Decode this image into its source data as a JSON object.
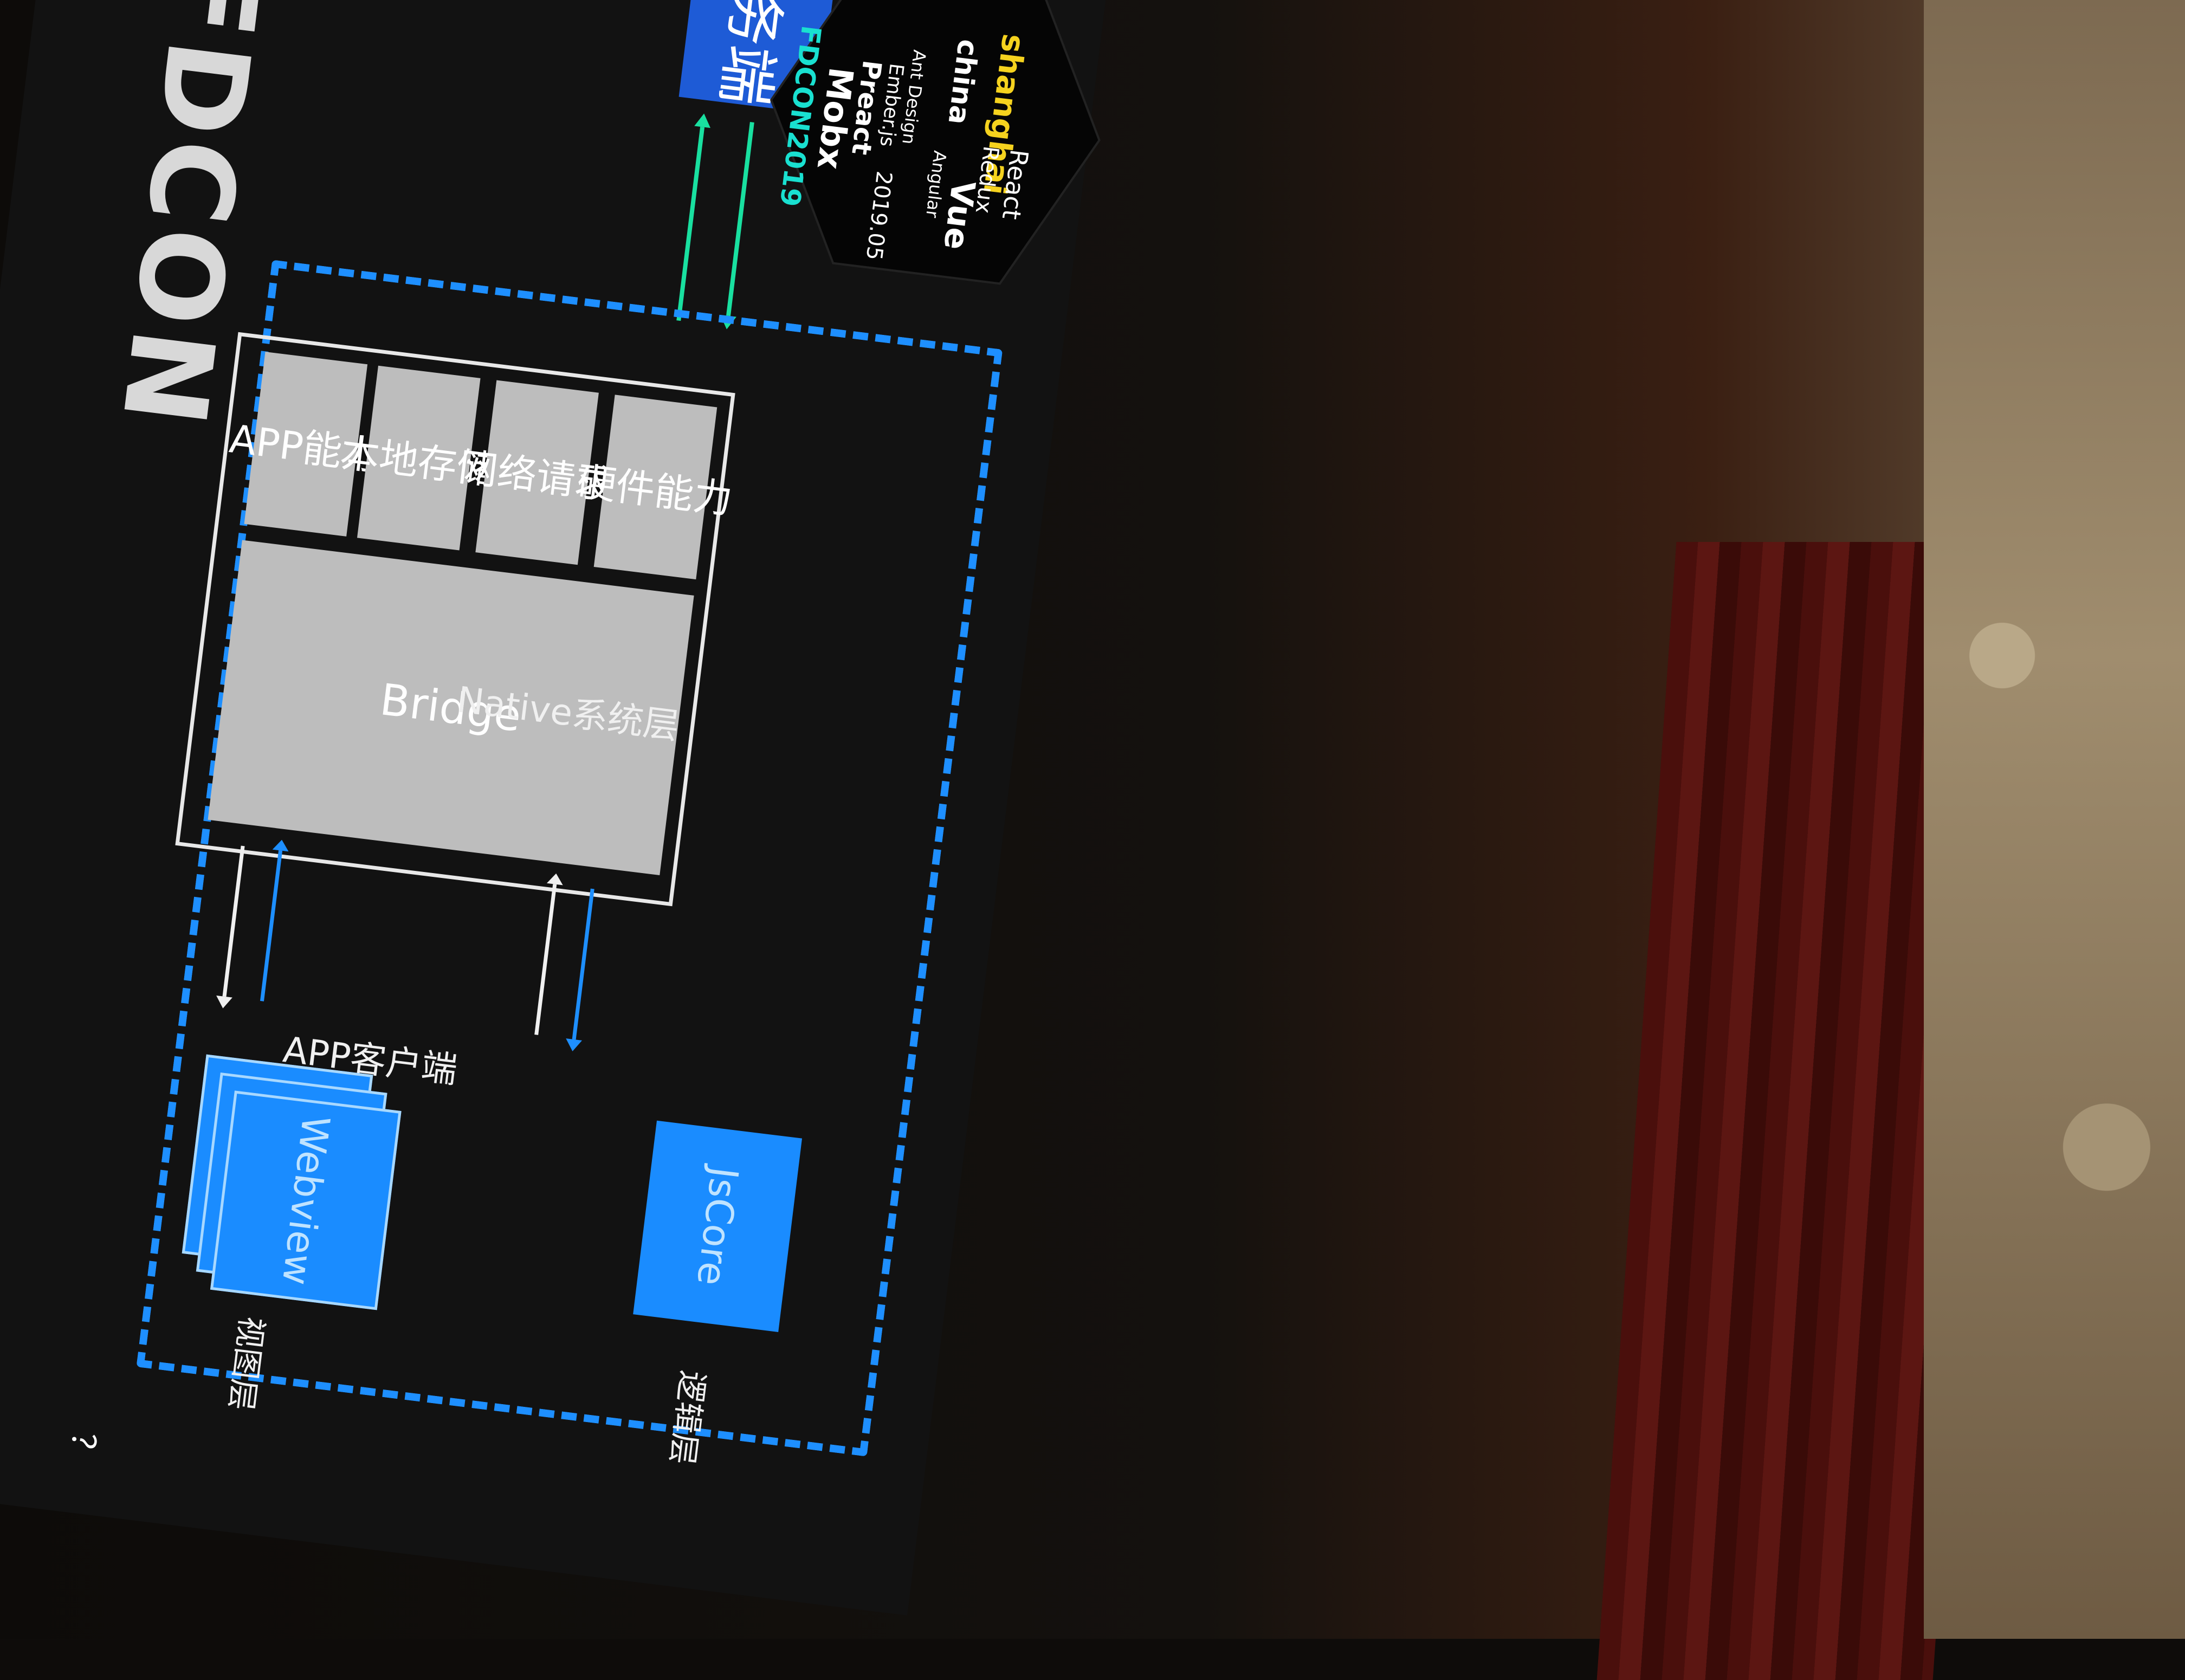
{
  "brand": {
    "name": "FDCON"
  },
  "service_box": {
    "label": "服务端"
  },
  "native_layer": {
    "capabilities": [
      "APP能力",
      "本地存储",
      "网络请求",
      "硬件能力"
    ],
    "bridge": "Bridge",
    "label": "Native系统层"
  },
  "app_client": {
    "label": "APP客户端"
  },
  "view_layer": {
    "component": "Webview",
    "label": "视图层"
  },
  "logic_layer": {
    "component": "JsCore",
    "label": "逻辑层"
  },
  "cube_badge": {
    "words": [
      "shanghai",
      "china",
      "React",
      "Redux",
      "Vue",
      "Angular",
      "Ant Design",
      "Ember.js",
      "Preact",
      "Mobx",
      "FDCON2019",
      "2019.05"
    ]
  },
  "edge_text": "？",
  "colors": {
    "accent_blue": "#1e8fff",
    "box_blue": "#1a8cff",
    "arrow_green": "#19e0a0",
    "screen_bg": "#121212"
  }
}
